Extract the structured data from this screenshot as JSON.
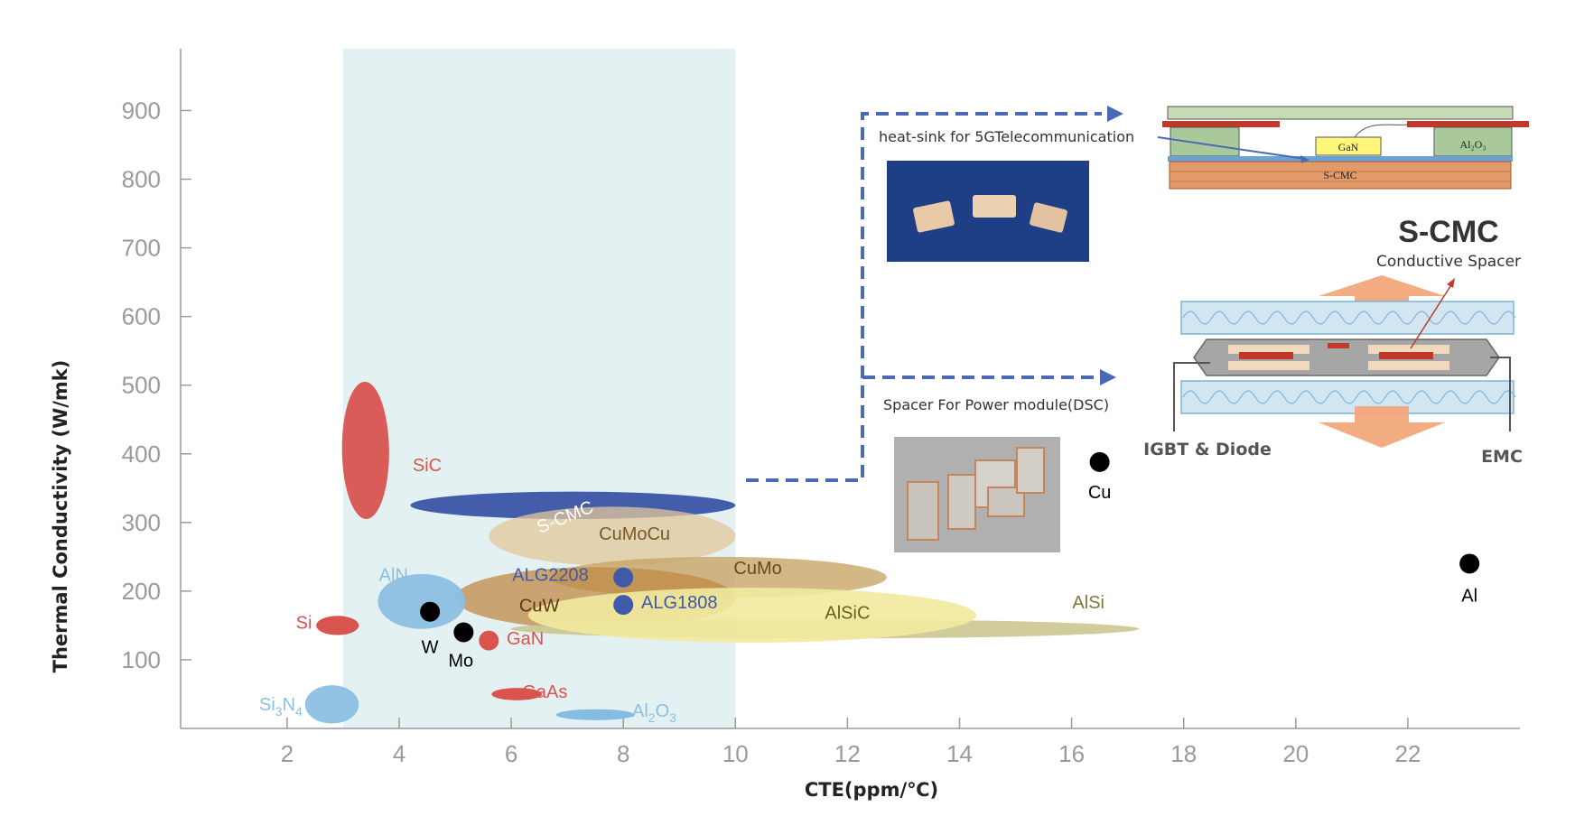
{
  "chart_data": {
    "type": "scatter",
    "xlabel": "CTE(ppm/℃)",
    "ylabel": "Thermal Conductivity (W/mk)",
    "xlim": [
      0.1,
      24.0
    ],
    "ylim": [
      0,
      990
    ],
    "xticks": [
      2,
      4,
      6,
      8,
      10,
      12,
      14,
      16,
      18,
      20,
      22
    ],
    "yticks": [
      100,
      200,
      300,
      400,
      500,
      600,
      700,
      800,
      900
    ],
    "grid": false,
    "highlight_band": {
      "x": [
        3,
        10
      ]
    },
    "regions": [
      {
        "name": "SiC",
        "cx": 3.4,
        "cy": 405,
        "rx": 0.42,
        "ry": 100,
        "tilt": 1.0,
        "color": "#d9534f",
        "opacity": 0.95,
        "label_pos": [
          4.5,
          375
        ],
        "label_color": "#d9534f"
      },
      {
        "name": "S-CMC",
        "cx": 7.1,
        "cy": 325,
        "rx": 2.9,
        "ry": 20,
        "tilt": -0.04,
        "color": "#3f5aa8",
        "opacity": 0.98,
        "label_pos": [
          7.0,
          300
        ],
        "label_color": "#ffffff"
      },
      {
        "name": "CuMoCu",
        "cx": 7.8,
        "cy": 280,
        "rx": 2.2,
        "ry": 43,
        "tilt": 0.0,
        "color": "#e2c79a",
        "opacity": 0.75,
        "label_pos": [
          8.2,
          275
        ],
        "label_color": "#7a5a2a"
      },
      {
        "name": "CuMo",
        "cx": 9.7,
        "cy": 220,
        "rx": 3.0,
        "ry": 30,
        "tilt": 0.0,
        "color": "#c8a566",
        "opacity": 0.8,
        "label_pos": [
          10.4,
          225
        ],
        "label_color": "#6a4a1a"
      },
      {
        "name": "CuW",
        "cx": 7.5,
        "cy": 190,
        "rx": 2.5,
        "ry": 45,
        "tilt": 0.0,
        "color": "#c08a45",
        "opacity": 0.75,
        "label_pos": [
          6.5,
          170
        ],
        "label_color": "#5a3a12"
      },
      {
        "name": "AlSi",
        "cx": 11.6,
        "cy": 145,
        "rx": 5.6,
        "ry": 14,
        "tilt": 0.0,
        "color": "#c9c38a",
        "opacity": 0.85,
        "label_pos": [
          16.3,
          175
        ],
        "label_color": "#7a7a3a"
      },
      {
        "name": "AlSiC",
        "cx": 10.3,
        "cy": 165,
        "rx": 4.0,
        "ry": 40,
        "tilt": 0.0,
        "color": "#f1ea9e",
        "opacity": 0.9,
        "label_pos": [
          12.0,
          160
        ],
        "label_color": "#6a6020"
      },
      {
        "name": "AlN",
        "cx": 4.4,
        "cy": 185,
        "rx": 0.78,
        "ry": 40,
        "tilt": 0.0,
        "color": "#8cbfe3",
        "opacity": 0.95,
        "label_pos": [
          3.9,
          215
        ],
        "label_color": "#8cbfe3"
      },
      {
        "name": "Si",
        "cx": 2.9,
        "cy": 150,
        "rx": 0.38,
        "ry": 14,
        "tilt": 0.0,
        "color": "#d9534f",
        "opacity": 1.0,
        "label_pos": [
          2.3,
          145
        ],
        "label_color": "#d9534f"
      },
      {
        "name": "GaAs",
        "cx": 6.1,
        "cy": 50,
        "rx": 0.45,
        "ry": 9,
        "tilt": 0.0,
        "color": "#d9534f",
        "opacity": 1.0,
        "label_pos": [
          6.6,
          45
        ],
        "label_color": "#d9534f"
      },
      {
        "name": "Al2O3",
        "cx": 7.5,
        "cy": 20,
        "rx": 0.7,
        "ry": 8,
        "tilt": 0.0,
        "color": "#7fb8e0",
        "opacity": 0.95,
        "label_pos": [
          8.1,
          15
        ],
        "label_color": "#8cbfe3"
      },
      {
        "name": "Si3N4",
        "cx": 2.8,
        "cy": 35,
        "rx": 0.48,
        "ry": 28,
        "tilt": 0.0,
        "color": "#8cbfe3",
        "opacity": 0.95,
        "label_pos": [
          1.8,
          35
        ],
        "label_color": "#8cbfe3"
      }
    ],
    "points": [
      {
        "name": "W",
        "x": 4.55,
        "y": 170,
        "color": "#000000",
        "label_pos": [
          4.55,
          110
        ],
        "label_color": "#000000"
      },
      {
        "name": "Mo",
        "x": 5.15,
        "y": 140,
        "color": "#000000",
        "label_pos": [
          5.1,
          90
        ],
        "label_color": "#000000"
      },
      {
        "name": "GaN",
        "x": 5.6,
        "y": 128,
        "color": "#d9534f",
        "label_pos": [
          6.25,
          122
        ],
        "label_color": "#d9534f"
      },
      {
        "name": "ALG2208",
        "x": 8.0,
        "y": 220,
        "color": "#3f5aa8",
        "label_pos": [
          6.7,
          215
        ],
        "label_color": "#3f5aa8"
      },
      {
        "name": "ALG1808",
        "x": 8.0,
        "y": 180,
        "color": "#3f5aa8",
        "label_pos": [
          9.0,
          175
        ],
        "label_color": "#3f5aa8"
      },
      {
        "name": "Cu",
        "x": 16.5,
        "y": 388,
        "color": "#000000",
        "label_pos": [
          16.5,
          335
        ],
        "label_color": "#000000"
      },
      {
        "name": "Al",
        "x": 23.1,
        "y": 240,
        "color": "#000000",
        "label_pos": [
          23.1,
          185
        ],
        "label_color": "#000000"
      }
    ]
  },
  "labels": {
    "si3n4_base": "Si",
    "si3n4_sub": "3",
    "si3n4_mid": "N",
    "si3n4_sub2": "4",
    "al2o3_base": "Al",
    "al2o3_sub": "2",
    "al2o3_mid": "O",
    "al2o3_sub2": "3"
  },
  "annotations": {
    "heatsink_text": "heat-sink for 5GTelecommunication",
    "spacer_text": "Spacer For Power module(DSC)",
    "scmc_title": "S-CMC",
    "scmc_subtitle": "Conductive Spacer",
    "igbt_label": "IGBT & Diode",
    "emc_label": "EMC",
    "diagram_gan": "GaN",
    "diagram_al2o3": "Al₂O₃",
    "diagram_scmc": "S-CMC"
  },
  "colors": {
    "band": "#e4f1f3",
    "dash": "#4a6ab8",
    "photo_blue": "#1e3f86",
    "photo_gray": "#b0b0b0"
  }
}
